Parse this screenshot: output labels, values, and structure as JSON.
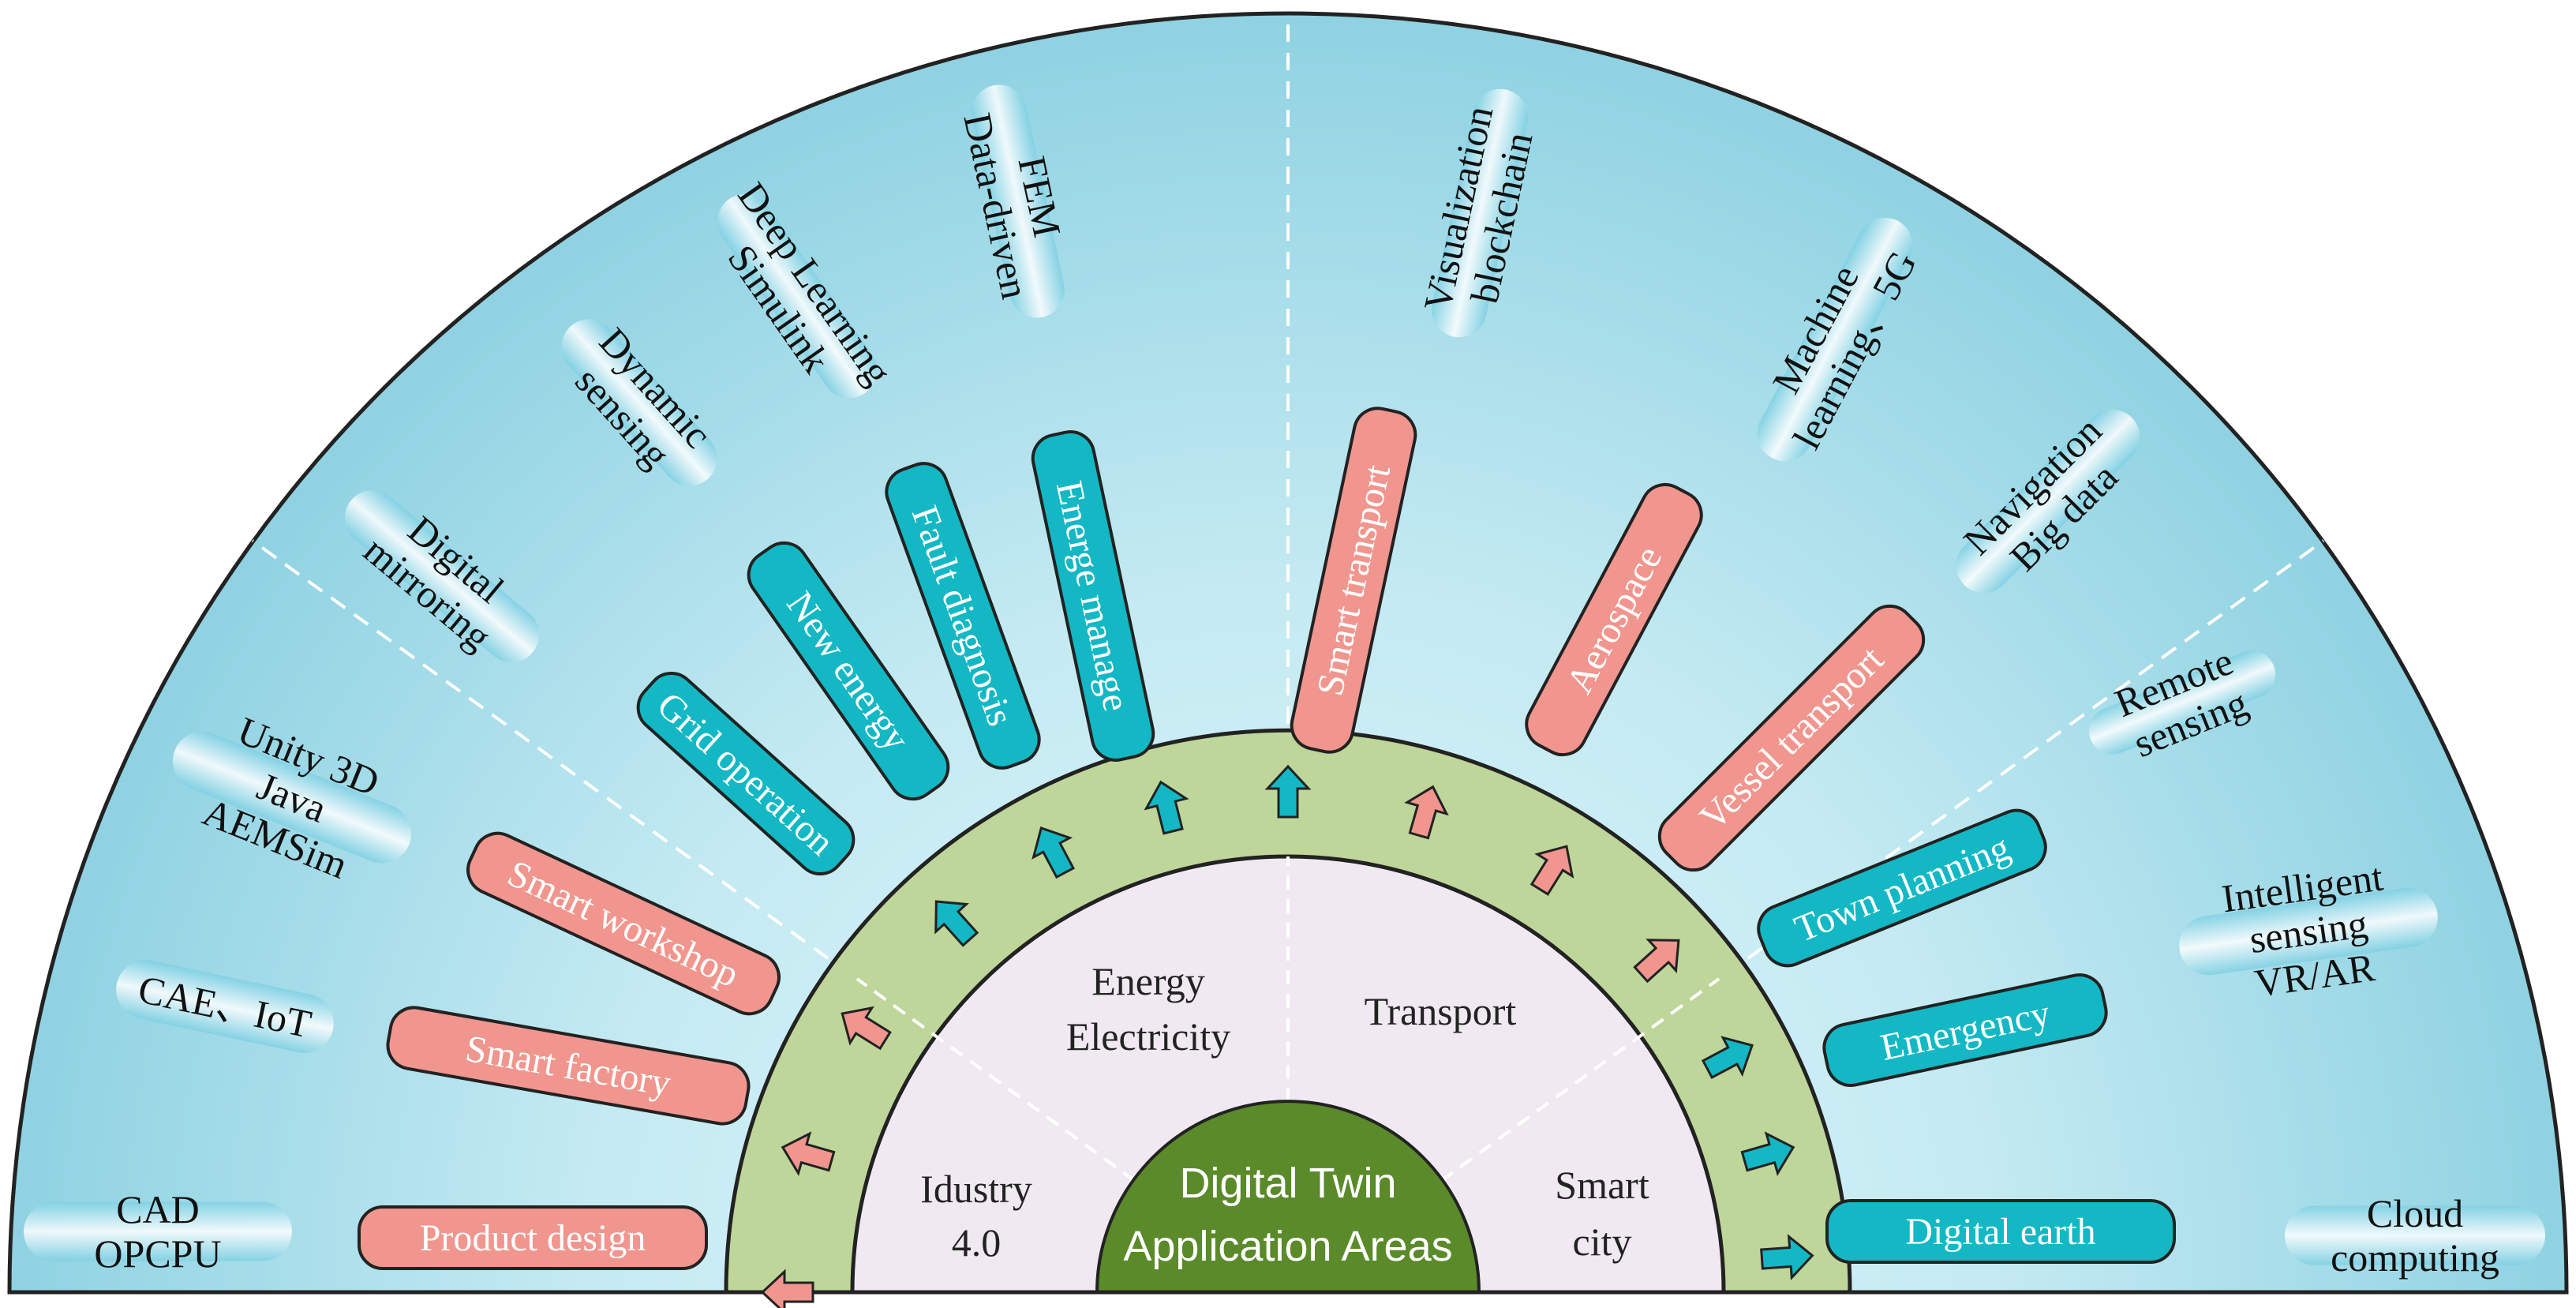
{
  "center": {
    "line1": "Digital Twin",
    "line2": "Application Areas"
  },
  "sectors": [
    {
      "id": "industry",
      "lines": [
        "Idustry",
        "4.0"
      ]
    },
    {
      "id": "energy",
      "lines": [
        "Energy",
        "Electricity"
      ]
    },
    {
      "id": "transport",
      "lines": [
        "Transport"
      ]
    },
    {
      "id": "smartcity",
      "lines": [
        "Smart",
        "city"
      ]
    }
  ],
  "applications": [
    {
      "label": "Product design",
      "group": "industry"
    },
    {
      "label": "Smart factory",
      "group": "industry"
    },
    {
      "label": "Smart workshop",
      "group": "industry"
    },
    {
      "label": "Grid operation",
      "group": "energy"
    },
    {
      "label": "New energy",
      "group": "energy"
    },
    {
      "label": "Fault diagnosis",
      "group": "energy"
    },
    {
      "label": "Energe manage",
      "group": "energy"
    },
    {
      "label": "Smart transport",
      "group": "transport"
    },
    {
      "label": "Aerospace",
      "group": "transport"
    },
    {
      "label": "Vessel transport",
      "group": "transport"
    },
    {
      "label": "Town planning",
      "group": "smartcity"
    },
    {
      "label": "Emergency",
      "group": "smartcity"
    },
    {
      "label": "Digital earth",
      "group": "smartcity"
    }
  ],
  "technologies": [
    {
      "lines": [
        "CAD",
        "OPCPU"
      ]
    },
    {
      "lines": [
        "CAE、IoT"
      ]
    },
    {
      "lines": [
        "Unity 3D",
        "Java",
        "AEMSim"
      ]
    },
    {
      "lines": [
        "Digital",
        "mirroring"
      ]
    },
    {
      "lines": [
        "Dynamic",
        "sensing"
      ]
    },
    {
      "lines": [
        "Deep Learning",
        "Simulink"
      ]
    },
    {
      "lines": [
        "FEM",
        "Data-driven"
      ]
    },
    {
      "lines": [
        "Visualization",
        "blockchain"
      ]
    },
    {
      "lines": [
        "Machine",
        "learning、5G"
      ]
    },
    {
      "lines": [
        "Navigation",
        "Big data"
      ]
    },
    {
      "lines": [
        "Remote",
        "sensing"
      ]
    },
    {
      "lines": [
        "Intelligent",
        "sensing",
        "VR/AR"
      ]
    },
    {
      "lines": [
        "Cloud",
        "computing"
      ]
    }
  ],
  "colors": {
    "pink": "#f0968e",
    "teal": "#13b8c4",
    "ring": "#bed69a",
    "core": "#5a8a2a",
    "sector": "#f0e9f1"
  }
}
